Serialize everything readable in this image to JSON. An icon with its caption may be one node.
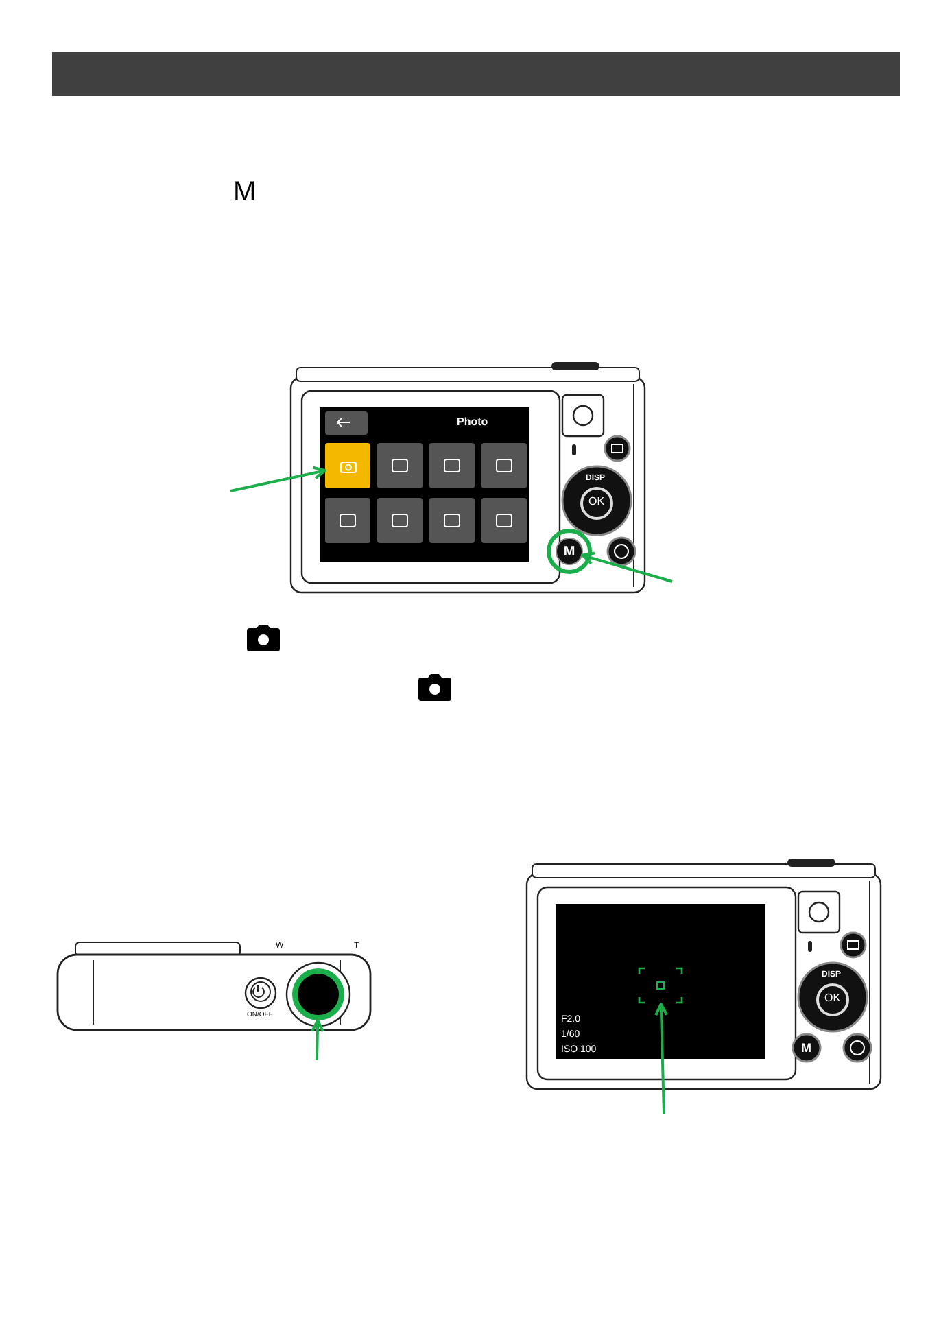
{
  "diagram": {
    "nodes": [
      {
        "text": [],
        "shape": "box"
      },
      {
        "text": [
          "M"
        ]
      },
      {
        "text": [],
        "shape": "circle",
        "beside": [
          "W",
          "T"
        ]
      },
      {
        "text": [],
        "shape": "box"
      }
    ],
    "edges": [
      {
        "from": null,
        "to": 0,
        "arrow": "to"
      },
      {
        "from": null,
        "to": 1,
        "arrow": "to"
      },
      {
        "from": null,
        "to": 2,
        "arrow": "to"
      },
      {
        "from": null,
        "to": 3,
        "arrow": "to"
      }
    ],
    "labels": [
      "M",
      "Photo",
      "DISP",
      "OK",
      "ON/OFF",
      "DISP",
      "OK",
      "M",
      "F2.0",
      "1/60",
      "ISO 100"
    ]
  }
}
